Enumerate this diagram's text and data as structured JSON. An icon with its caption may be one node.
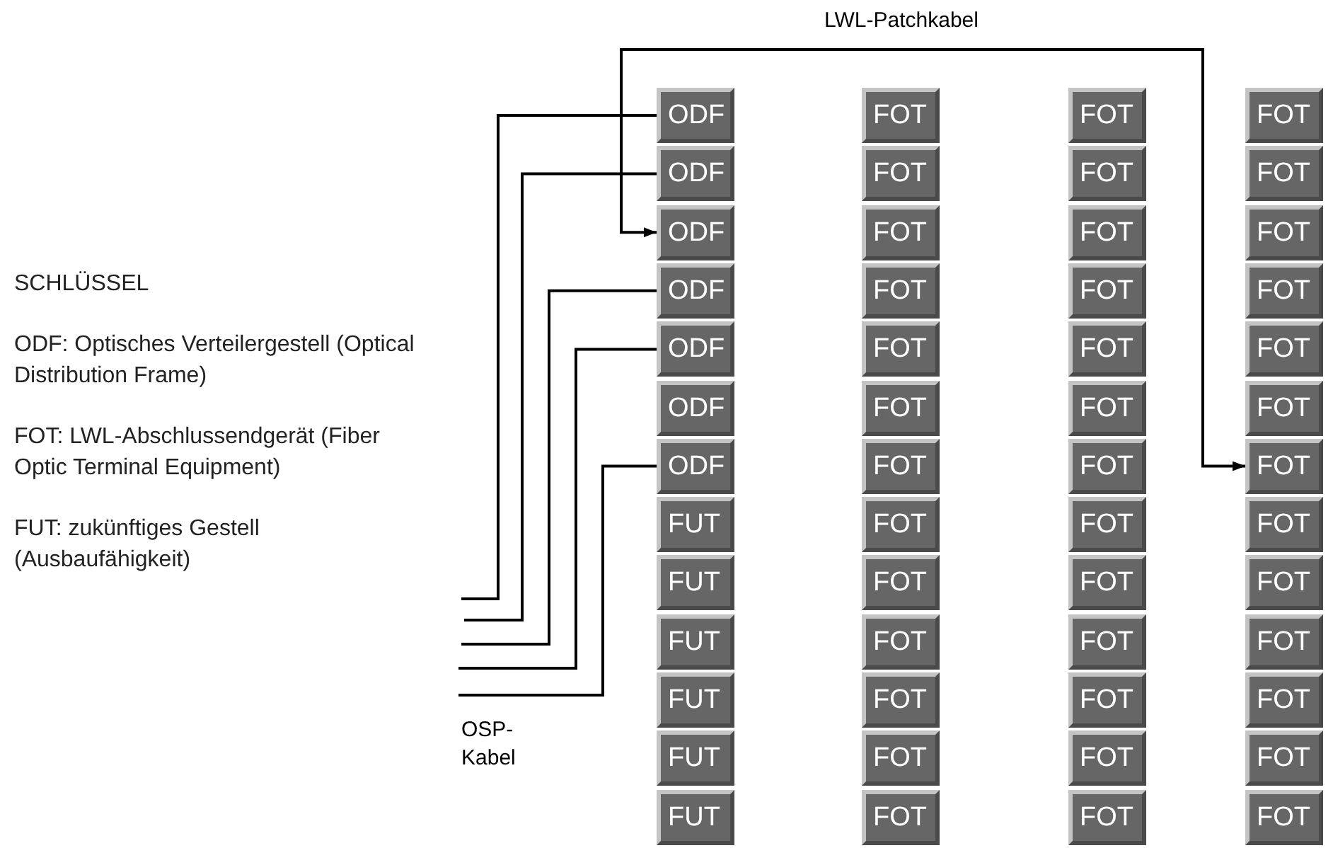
{
  "diagram": {
    "nodes": [
      {
        "text": [
          "ODF"
        ]
      },
      {
        "text": [
          "ODF"
        ]
      },
      {
        "text": [
          "ODF"
        ]
      },
      {
        "text": [
          "ODF"
        ]
      },
      {
        "text": [
          "ODF"
        ]
      },
      {
        "text": [
          "ODF"
        ]
      },
      {
        "text": [
          "ODF"
        ]
      },
      {
        "text": [
          "FUT"
        ]
      },
      {
        "text": [
          "FUT"
        ]
      },
      {
        "text": [
          "FUT"
        ]
      },
      {
        "text": [
          "FUT"
        ]
      },
      {
        "text": [
          "FUT"
        ]
      },
      {
        "text": [
          "FUT"
        ]
      },
      {
        "text": [
          "FOT"
        ]
      },
      {
        "text": [
          "FOT"
        ]
      },
      {
        "text": [
          "FOT"
        ]
      },
      {
        "text": [
          "FOT"
        ]
      },
      {
        "text": [
          "FOT"
        ]
      },
      {
        "text": [
          "FOT"
        ]
      },
      {
        "text": [
          "FOT"
        ]
      },
      {
        "text": [
          "FOT"
        ]
      },
      {
        "text": [
          "FOT"
        ]
      },
      {
        "text": [
          "FOT"
        ]
      },
      {
        "text": [
          "FOT"
        ]
      },
      {
        "text": [
          "FOT"
        ]
      },
      {
        "text": [
          "FOT"
        ]
      },
      {
        "text": [
          "FOT"
        ]
      },
      {
        "text": [
          "FOT"
        ]
      },
      {
        "text": [
          "FOT"
        ]
      },
      {
        "text": [
          "FOT"
        ]
      },
      {
        "text": [
          "FOT"
        ]
      },
      {
        "text": [
          "FOT"
        ]
      },
      {
        "text": [
          "FOT"
        ]
      },
      {
        "text": [
          "FOT"
        ]
      },
      {
        "text": [
          "FOT"
        ]
      },
      {
        "text": [
          "FOT"
        ]
      },
      {
        "text": [
          "FOT"
        ]
      },
      {
        "text": [
          "FOT"
        ]
      },
      {
        "text": [
          "FOT"
        ]
      },
      {
        "text": [
          "FOT"
        ]
      },
      {
        "text": [
          "FOT"
        ]
      },
      {
        "text": [
          "FOT"
        ]
      },
      {
        "text": [
          "FOT"
        ]
      },
      {
        "text": [
          "FOT"
        ]
      },
      {
        "text": [
          "FOT"
        ]
      },
      {
        "text": [
          "FOT"
        ]
      },
      {
        "text": [
          "FOT"
        ]
      },
      {
        "text": [
          "FOT"
        ]
      },
      {
        "text": [
          "FOT"
        ]
      },
      {
        "text": [
          "FOT"
        ]
      },
      {
        "text": [
          "FOT"
        ]
      },
      {
        "text": [
          "FOT"
        ]
      }
    ],
    "edges": [
      {
        "from": null,
        "to": 0,
        "arrow": "none"
      },
      {
        "from": null,
        "to": 1,
        "arrow": "none"
      },
      {
        "from": null,
        "to": 3,
        "arrow": "none"
      },
      {
        "from": null,
        "to": 4,
        "arrow": "none"
      },
      {
        "from": null,
        "to": 6,
        "arrow": "none"
      },
      {
        "from": 2,
        "to": 45,
        "arrow": "both",
        "label": "LWL-Patchkabel"
      }
    ],
    "labels": [
      "SCHLÜSSEL",
      "ODF: Optisches Verteilergestell (Optical Distribution Frame)",
      "FOT: LWL-Abschlussendgerät (Fiber Optic Terminal Equipment)",
      "FUT: zukünftiges Gestell (Ausbaufähigkeit)",
      "OSP-Kabel"
    ]
  }
}
